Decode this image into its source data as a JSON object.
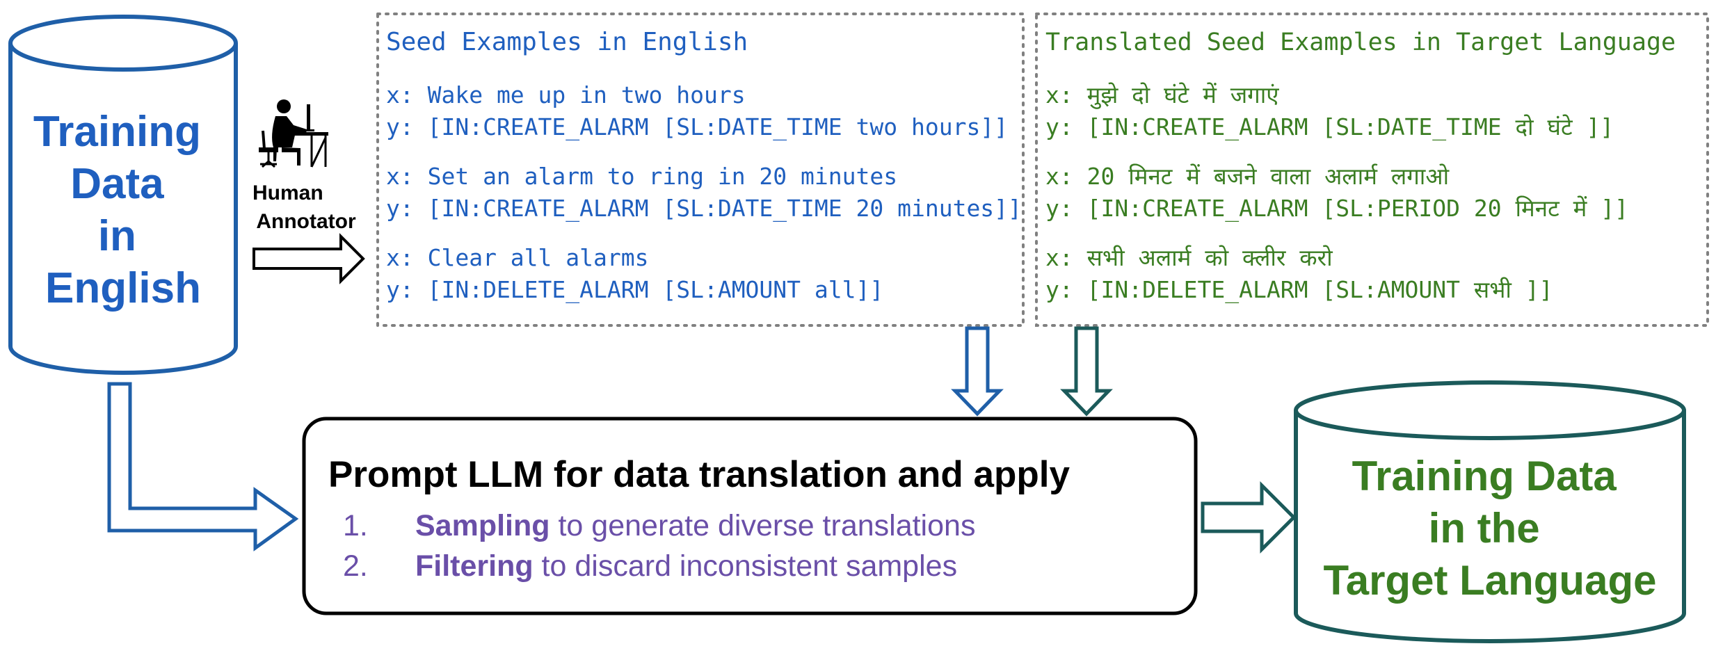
{
  "source_db": {
    "lines": [
      "Training",
      "Data",
      "in",
      "English"
    ],
    "color": "#1f5fbf"
  },
  "annotator": {
    "label_lines": [
      "Human",
      "Annotator"
    ],
    "icon": "person-at-desk-icon"
  },
  "seed_english": {
    "title": "Seed Examples in English",
    "color": "#1f5fbf",
    "examples": [
      {
        "x": "x: Wake me up in two hours",
        "y": "y: [IN:CREATE_ALARM [SL:DATE_TIME two hours]]"
      },
      {
        "x": "x: Set an alarm to ring in 20 minutes",
        "y": "y: [IN:CREATE_ALARM [SL:DATE_TIME 20 minutes]]"
      },
      {
        "x": "x: Clear all alarms",
        "y": "y: [IN:DELETE_ALARM [SL:AMOUNT all]]"
      }
    ]
  },
  "seed_target": {
    "title": "Translated Seed Examples in Target Language",
    "color": "#3a7d22",
    "examples": [
      {
        "x": "x: मुझे दो घंटे में जगाएं",
        "y": "y: [IN:CREATE_ALARM [SL:DATE_TIME दो घंटे ]]"
      },
      {
        "x": "x: 20 मिनट में बजने वाला अलार्म लगाओ",
        "y": "y: [IN:CREATE_ALARM [SL:PERIOD 20 मिनट में ]]"
      },
      {
        "x": "x: सभी अलार्म को क्लीर करो",
        "y": "y: [IN:DELETE_ALARM [SL:AMOUNT सभी ]]"
      }
    ]
  },
  "prompt_box": {
    "title": "Prompt LLM for data translation and apply",
    "accent": "#6a4fa8",
    "steps": [
      {
        "num": "1.",
        "bold": "Sampling",
        "rest": " to generate diverse translations"
      },
      {
        "num": "2.",
        "bold": "Filtering",
        "rest": " to discard inconsistent samples"
      }
    ]
  },
  "target_db": {
    "lines": [
      "Training Data",
      "in the",
      "Target Language"
    ],
    "color": "#3a7d22",
    "stroke": "#1b5a5a"
  },
  "arrow_colors": {
    "blue": "#1f5fa8",
    "teal": "#1b5a5a",
    "black": "#000000"
  }
}
